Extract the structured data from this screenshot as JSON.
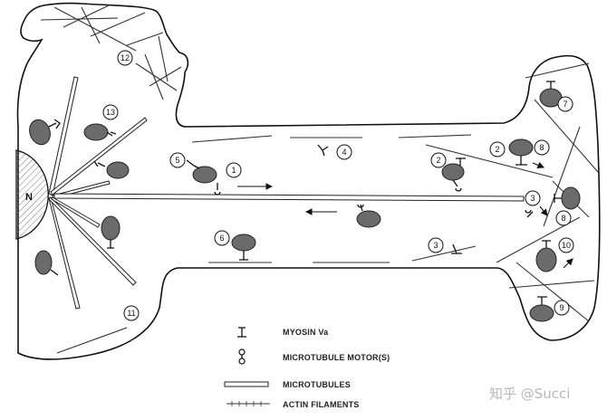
{
  "nucleus_label": "N",
  "step_numbers": [
    "1",
    "2",
    "3",
    "4",
    "5",
    "6",
    "7",
    "8",
    "8",
    "10",
    "9",
    "11",
    "12",
    "13",
    "2",
    "3"
  ],
  "legend": {
    "myosin": "MYOSIN Va",
    "mt_motor": "MICROTUBULE MOTOR(S)",
    "microtubules": "MICROTUBULES",
    "actin": "ACTIN FILAMENTS"
  },
  "watermark": "知乎 @Succi"
}
